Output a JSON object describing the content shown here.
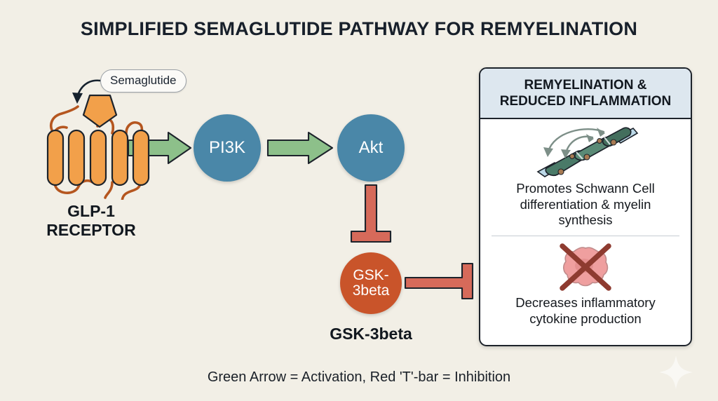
{
  "title": "SIMPLIFIED SEMAGLUTIDE PATHWAY FOR REMYELINATION",
  "background_color": "#f2efe6",
  "ligand": {
    "label": "Semaglutide"
  },
  "receptor": {
    "label_line1": "GLP-1",
    "label_line2": "RECEPTOR",
    "helix_color": "#f2a04a",
    "loop_color": "#b5561f",
    "helix_count": 5
  },
  "nodes": [
    {
      "id": "pi3k",
      "label": "PI3K",
      "color": "#4a87a8",
      "text_color": "#ffffff"
    },
    {
      "id": "akt",
      "label": "Akt",
      "color": "#4a87a8",
      "text_color": "#ffffff"
    },
    {
      "id": "gsk",
      "label_line1": "GSK-",
      "label_line2": "3beta",
      "caption": "GSK-3beta",
      "color": "#c9542a",
      "text_color": "#ffffff"
    }
  ],
  "edges": [
    {
      "from": "GLP-1 RECEPTOR",
      "to": "PI3K",
      "type": "activation",
      "color": "#8dc08a"
    },
    {
      "from": "PI3K",
      "to": "Akt",
      "type": "activation",
      "color": "#8dc08a"
    },
    {
      "from": "Akt",
      "to": "GSK-3beta",
      "type": "inhibition",
      "color": "#d66a5a"
    },
    {
      "from": "GSK-3beta",
      "to": "REMYELINATION & REDUCED INFLAMMATION",
      "type": "inhibition",
      "color": "#d66a5a"
    }
  ],
  "panel": {
    "header_line1": "REMYELINATION &",
    "header_line2": "REDUCED INFLAMMATION",
    "header_bg": "#dde7ef",
    "sections": [
      {
        "icon": "myelinated-axon-icon",
        "text_line1": "Promotes Schwann Cell",
        "text_line2": "differentiation & myelin",
        "text_line3": "synthesis"
      },
      {
        "icon": "crossed-out-inflammatory-cell-icon",
        "text_line1": "Decreases inflammatory",
        "text_line2": "cytokine production"
      }
    ]
  },
  "legend": {
    "text": "Green Arrow = Activation, Red 'T'-bar = Inhibition"
  }
}
